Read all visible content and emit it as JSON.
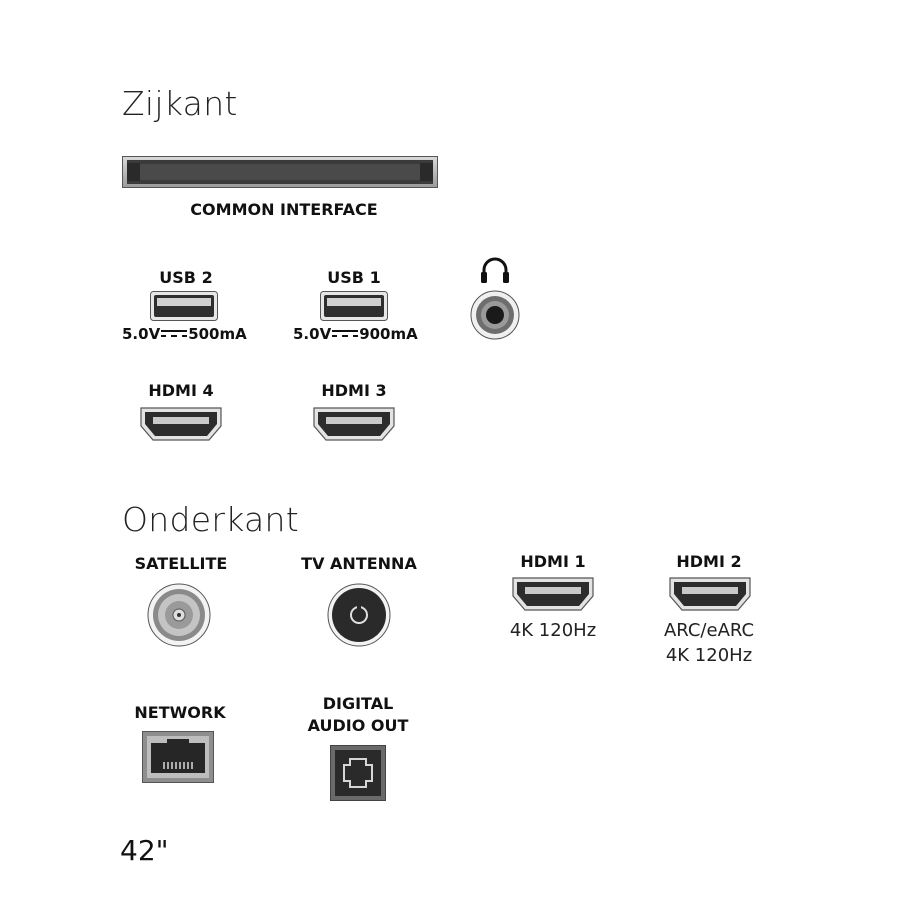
{
  "sections": {
    "side": {
      "title": "Zijkant"
    },
    "bottom": {
      "title": "Onderkant"
    }
  },
  "side_ports": {
    "common_interface": {
      "label": "COMMON INTERFACE",
      "icon": "ci-slot-icon"
    },
    "usb2": {
      "label": "USB 2",
      "voltage": "5.0V",
      "current": "500mA",
      "icon": "usb-port-icon"
    },
    "usb1": {
      "label": "USB 1",
      "voltage": "5.0V",
      "current": "900mA",
      "icon": "usb-port-icon"
    },
    "headphone": {
      "icon": "headphones-icon"
    },
    "hdmi4": {
      "label": "HDMI 4",
      "icon": "hdmi-port-icon"
    },
    "hdmi3": {
      "label": "HDMI 3",
      "icon": "hdmi-port-icon"
    }
  },
  "bottom_ports": {
    "satellite": {
      "label": "SATELLITE",
      "icon": "satellite-connector-icon"
    },
    "tv_antenna": {
      "label": "TV ANTENNA",
      "icon": "antenna-connector-icon"
    },
    "hdmi1": {
      "label": "HDMI 1",
      "note": "4K 120Hz",
      "icon": "hdmi-port-icon"
    },
    "hdmi2": {
      "label": "HDMI 2",
      "note_line1": "ARC/eARC",
      "note_line2": "4K 120Hz",
      "icon": "hdmi-port-icon"
    },
    "network": {
      "label": "NETWORK",
      "icon": "ethernet-port-icon"
    },
    "digital_audio_out": {
      "label_line1": "DIGITAL",
      "label_line2": "AUDIO OUT",
      "icon": "optical-port-icon"
    }
  },
  "screen_size": "42\""
}
